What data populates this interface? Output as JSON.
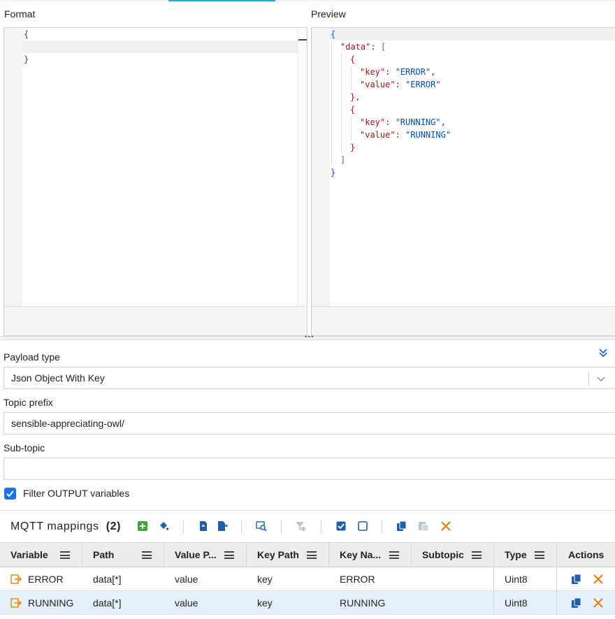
{
  "format_pane": {
    "label": "Format",
    "lines": [
      "{",
      "",
      "}"
    ]
  },
  "preview_pane": {
    "label": "Preview",
    "json": {
      "open": "{",
      "data_key": "\"data\"",
      "arr_open": "[",
      "items": [
        {
          "open": "{",
          "key_key": "\"key\"",
          "key_val": "\"ERROR\"",
          "value_key": "\"value\"",
          "value_val": "\"ERROR\"",
          "close": "},"
        },
        {
          "open": "{",
          "key_key": "\"key\"",
          "key_val": "\"RUNNING\"",
          "value_key": "\"value\"",
          "value_val": "\"RUNNING\"",
          "close": "}"
        }
      ],
      "arr_close": "]",
      "close": "}"
    }
  },
  "form": {
    "payload_type_label": "Payload type",
    "payload_type_value": "Json Object With Key",
    "topic_prefix_label": "Topic prefix",
    "topic_prefix_value": "sensible-appreciating-owl/",
    "subtopic_label": "Sub-topic",
    "subtopic_value": "",
    "filter_label": "Filter OUTPUT variables",
    "filter_checked": true
  },
  "mappings": {
    "title": "MQTT mappings",
    "count": "(2)",
    "columns": [
      "Variable",
      "Path",
      "Value P...",
      "Key Path",
      "Key Na...",
      "Subtopic",
      "Type",
      "Actions"
    ],
    "rows": [
      {
        "variable": "ERROR",
        "path": "data[*]",
        "value_path": "value",
        "key_path": "key",
        "key_name": "ERROR",
        "subtopic": "",
        "type": "Uint8"
      },
      {
        "variable": "RUNNING",
        "path": "data[*]",
        "value_path": "value",
        "key_path": "key",
        "key_name": "RUNNING",
        "subtopic": "",
        "type": "Uint8"
      }
    ]
  },
  "colors": {
    "accent": "#2aa6d8",
    "checkbox": "#1a73e8",
    "add_green": "#3fa535",
    "action_blue": "#1f5fa8",
    "delete_orange": "#e87d1e"
  }
}
